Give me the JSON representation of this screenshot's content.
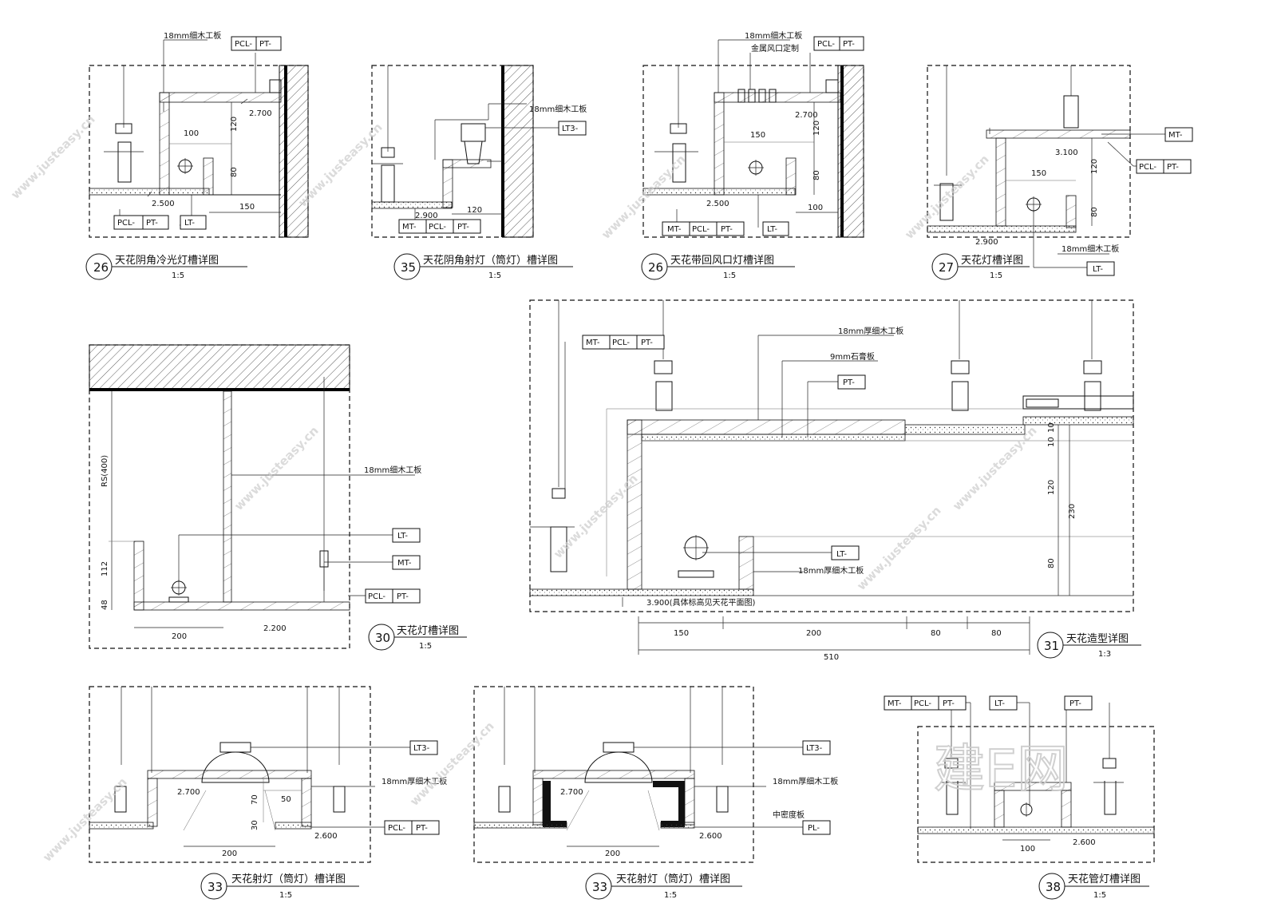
{
  "annotations": {
    "plywood_18": "18mm细木工板",
    "plywood_18_thick": "18mm厚细木工板",
    "metal_vent": "金属风口定制",
    "plasterboard_9": "9mm石膏板",
    "density_board": "中密度板",
    "rs400": "RS(400)",
    "elev_3900_note": "3.900(具体标高见天花平面图)"
  },
  "tags": {
    "pcl": "PCL-",
    "pt": "PT-",
    "lt": "LT-",
    "lt3": "LT3-",
    "mt": "MT-",
    "pl": "PL-"
  },
  "elevations": {
    "e2700": "2.700",
    "e2500": "2.500",
    "e2900": "2.900",
    "e3100": "3.100",
    "e2200": "2.200",
    "e2600": "2.600"
  },
  "dims": {
    "d100": "100",
    "d120": "120",
    "d80": "80",
    "d150": "150",
    "d200": "200",
    "d510": "510",
    "d230": "230",
    "d10": "10",
    "d112": "112",
    "d48": "48",
    "d70": "70",
    "d50": "50",
    "d30": "30"
  },
  "details": [
    {
      "num": "26",
      "title": "天花阴角冷光灯槽详图",
      "scale": "1:5"
    },
    {
      "num": "35",
      "title": "天花阴角射灯（筒灯）槽详图",
      "scale": "1:5"
    },
    {
      "num": "26",
      "title": "天花带回风口灯槽详图",
      "scale": "1:5"
    },
    {
      "num": "27",
      "title": "天花灯槽详图",
      "scale": "1:5"
    },
    {
      "num": "30",
      "title": "天花灯槽详图",
      "scale": "1:5"
    },
    {
      "num": "31",
      "title": "天花造型详图",
      "scale": "1:3"
    },
    {
      "num": "33",
      "title": "天花射灯（筒灯）槽详图",
      "scale": "1:5"
    },
    {
      "num": "33",
      "title": "天花射灯（筒灯）槽详图",
      "scale": "1:5"
    },
    {
      "num": "38",
      "title": "天花管灯槽详图",
      "scale": "1:5"
    }
  ],
  "watermark": {
    "url": "www.justeasy.cn",
    "brand": "建E网"
  }
}
